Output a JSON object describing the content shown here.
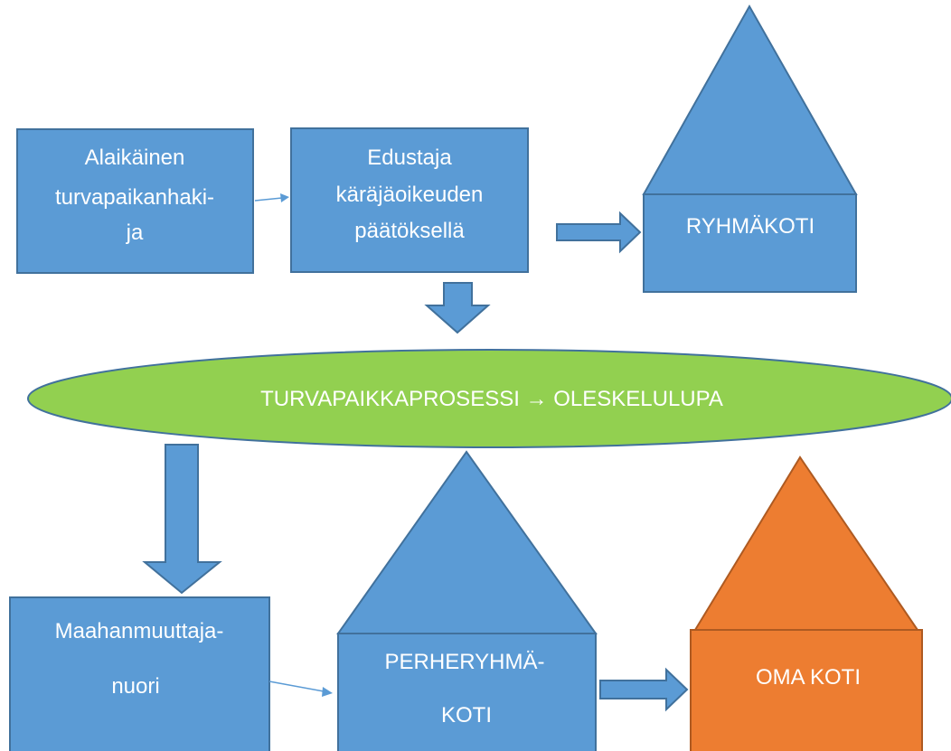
{
  "nodes": {
    "applicant": {
      "lines": [
        "Alaikäinen",
        "turvapaikanhaki-",
        "ja"
      ]
    },
    "representative": {
      "lines": [
        "Edustaja",
        "käräjäoikeuden",
        "päätöksellä"
      ]
    },
    "group_home": {
      "label": "RYHMÄKOTI"
    },
    "process": {
      "label": "TURVAPAIKKAPROSESSI → OLESKELULUPA"
    },
    "immigrant_youth": {
      "lines": [
        "Maahanmuuttaja-",
        "nuori"
      ]
    },
    "family_group_home": {
      "lines": [
        "PERHERYHMÄ-",
        "KOTI"
      ]
    },
    "own_home": {
      "label": "OMA KOTI"
    }
  },
  "colors": {
    "blue_fill": "#5b9bd5",
    "blue_stroke": "#41719c",
    "green_fill": "#92d050",
    "green_stroke": "#41719c",
    "orange_fill": "#ed7d31",
    "orange_stroke": "#ae5a21",
    "text": "#ffffff"
  }
}
